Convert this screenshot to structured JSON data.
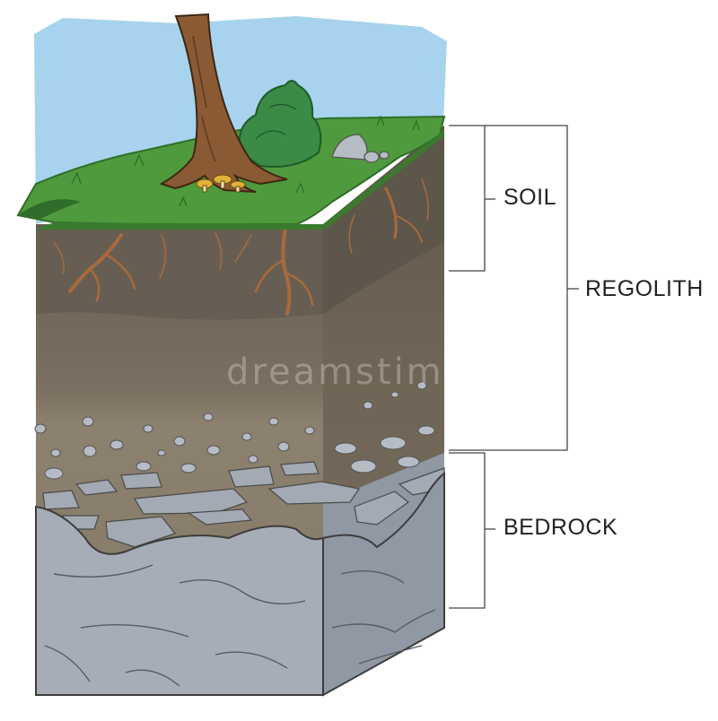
{
  "labels": {
    "soil": "SOIL",
    "regolith": "REGOLITH",
    "bedrock": "BEDROCK"
  },
  "watermark": "dreamstime",
  "colors": {
    "sky": "#a7d3ee",
    "grass": "#4f9a3c",
    "grass_dark": "#2f6e28",
    "soil_top": "#6d6457",
    "soil_mid": "#827563",
    "regolith": "#8a7c6a",
    "roots": "#a86a3c",
    "bedrock": "#a6adb7",
    "bedrock_side": "#8f98a3",
    "trunk": "#8a5a34"
  }
}
